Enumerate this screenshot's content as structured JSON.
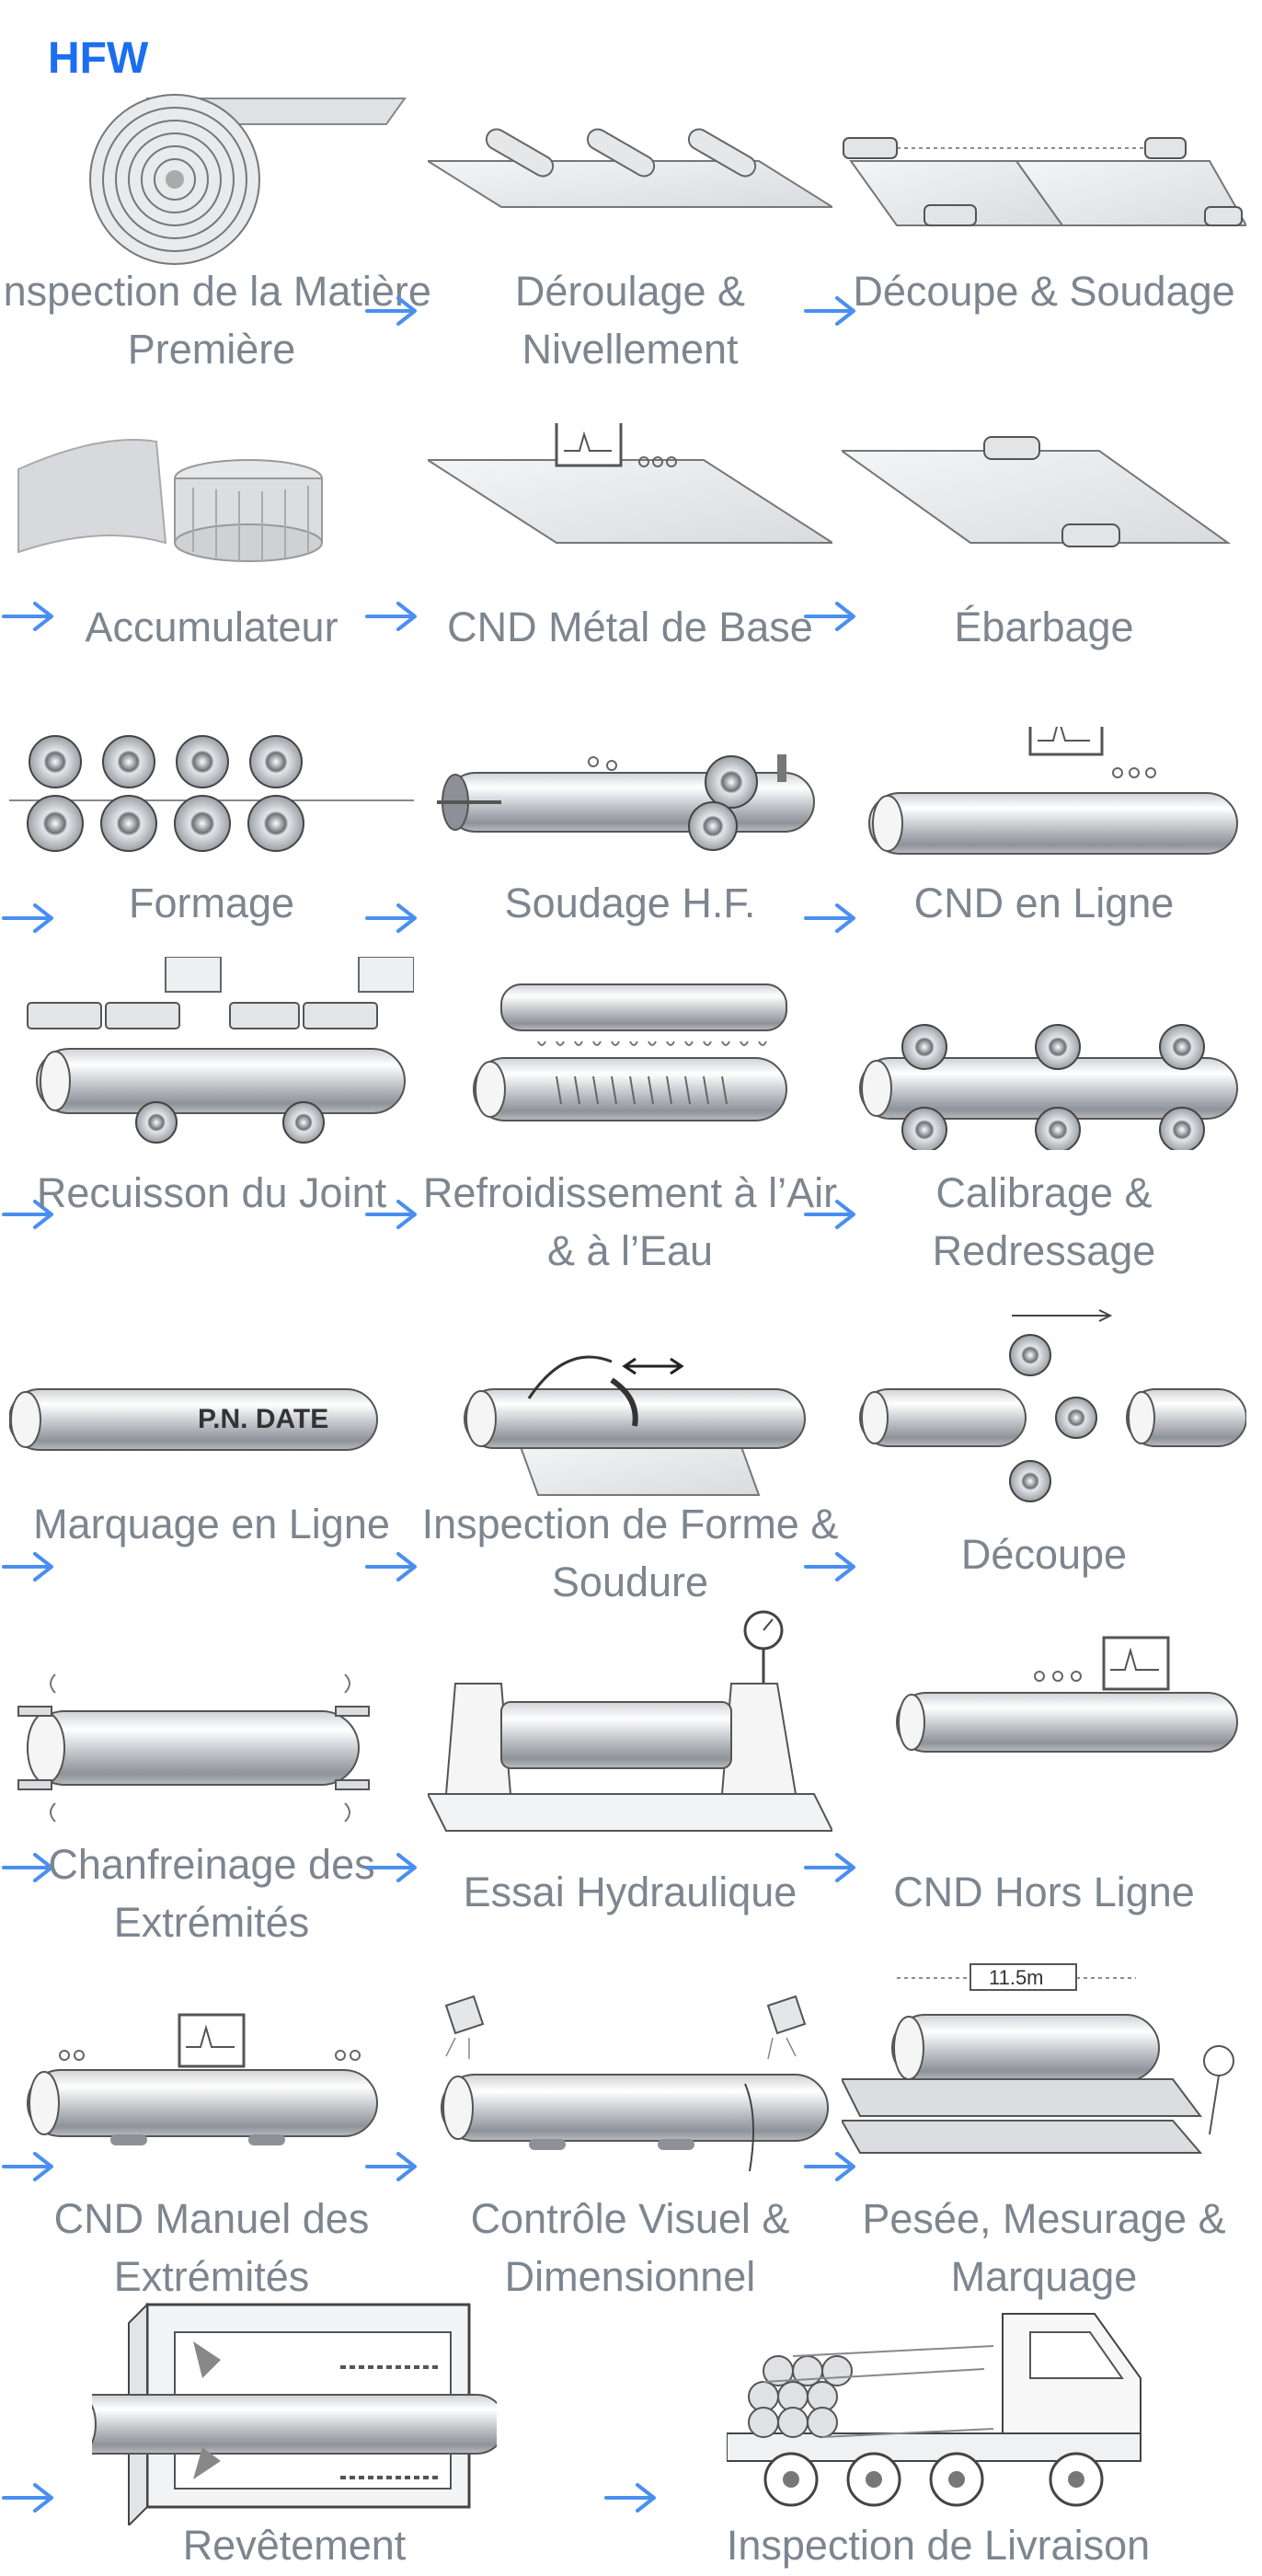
{
  "title": "HFW",
  "steps": [
    {
      "label": "Inspection de la Matière Première",
      "icon": "steel-coil-icon"
    },
    {
      "label": "Déroulage & Nivellement",
      "icon": "uncoiling-leveling-icon"
    },
    {
      "label": "Découpe & Soudage",
      "icon": "cutting-welding-icon"
    },
    {
      "label": "Accumulateur",
      "icon": "accumulator-icon"
    },
    {
      "label": "CND Métal de Base",
      "icon": "base-metal-ndt-icon"
    },
    {
      "label": "Ébarbage",
      "icon": "trimming-icon"
    },
    {
      "label": "Formage",
      "icon": "forming-rolls-icon"
    },
    {
      "label": "Soudage H.F.",
      "icon": "hf-welding-icon"
    },
    {
      "label": "CND en Ligne",
      "icon": "online-ndt-icon"
    },
    {
      "label": "Recuisson du Joint",
      "icon": "seam-annealing-icon"
    },
    {
      "label": "Refroidissement à l’Air & à l’Eau",
      "icon": "air-water-cooling-icon"
    },
    {
      "label": "Calibrage & Redressage",
      "icon": "sizing-straightening-icon"
    },
    {
      "label": "Marquage en Ligne",
      "icon": "online-marking-icon"
    },
    {
      "label": "Inspection de Forme & Soudure",
      "icon": "shape-weld-inspection-icon"
    },
    {
      "label": "Découpe",
      "icon": "flying-cut-icon"
    },
    {
      "label": "Chanfreinage des Extrémités",
      "icon": "end-beveling-icon"
    },
    {
      "label": "Essai Hydraulique",
      "icon": "hydrostatic-test-icon"
    },
    {
      "label": "CND Hors Ligne",
      "icon": "offline-ndt-icon"
    },
    {
      "label": "CND Manuel des Extrémités",
      "icon": "manual-end-ndt-icon"
    },
    {
      "label": "Contrôle Visuel & Dimensionnel",
      "icon": "visual-dimensional-icon"
    },
    {
      "label": "Pesée, Mesurage & Marquage",
      "icon": "weighing-measuring-icon"
    },
    {
      "label": "Revêtement",
      "icon": "coating-icon"
    },
    {
      "label": "Inspection de Livraison",
      "icon": "delivery-truck-icon"
    }
  ],
  "annotations": {
    "marking_text": "P.N. DATE",
    "length_text": "11.5m"
  },
  "colors": {
    "title": "#1b6ef0",
    "label": "#7d858f",
    "arrow": "#4a8ff0"
  }
}
